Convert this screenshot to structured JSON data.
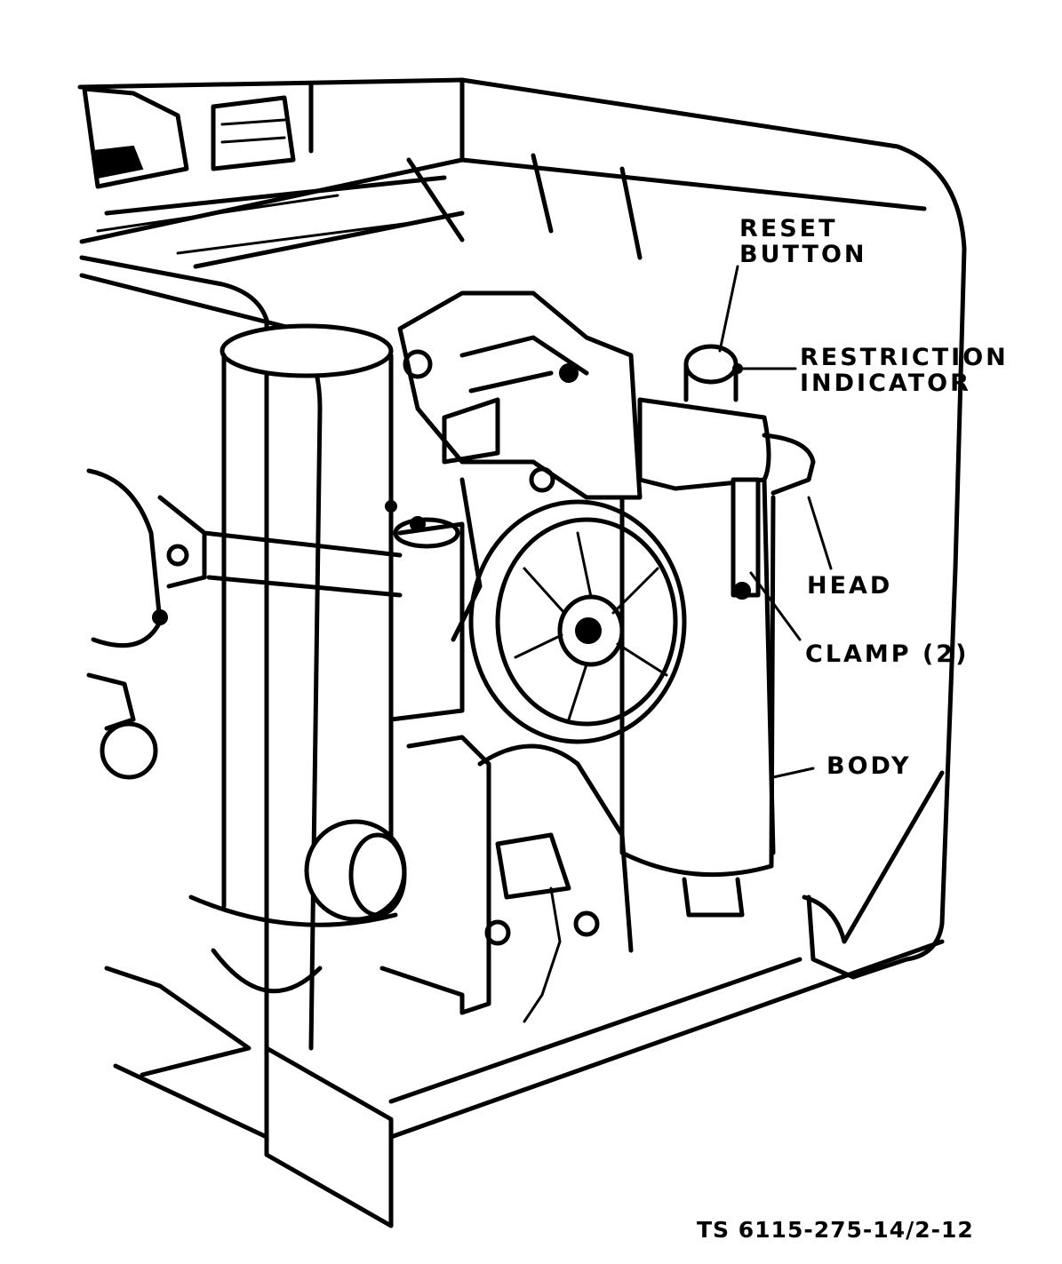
{
  "labels": {
    "reset_button_line1": "RESET",
    "reset_button_line2": "BUTTON",
    "restriction_indicator_line1": "RESTRICTION",
    "restriction_indicator_line2": "INDICATOR",
    "head": "HEAD",
    "clamp": "CLAMP (2)",
    "body": "BODY"
  },
  "figure_id": "TS 6115-275-14/2-12",
  "colors": {
    "ink": "#000000",
    "paper": "#ffffff"
  }
}
